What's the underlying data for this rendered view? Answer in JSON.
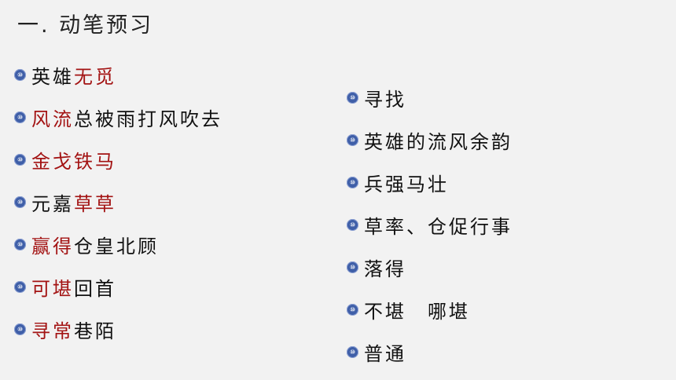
{
  "title": "一. 动笔预习",
  "bullet_glyph": "⑩",
  "colors": {
    "highlight": "#a31313",
    "text": "#111111",
    "bullet": "#3f5fa8"
  },
  "left_items": [
    {
      "pre": "",
      "hl": "",
      "post": "英雄",
      "hl2": "无觅"
    },
    {
      "pre": "",
      "hl": "风流",
      "post": "总被雨打风吹去",
      "hl2": ""
    },
    {
      "pre": "",
      "hl": "金戈铁马",
      "post": "",
      "hl2": ""
    },
    {
      "pre": "",
      "hl": "",
      "post": "元嘉",
      "hl2": "草草"
    },
    {
      "pre": "",
      "hl": "赢得",
      "post": "仓皇北顾",
      "hl2": ""
    },
    {
      "pre": "",
      "hl": "可堪",
      "post": "回首",
      "hl2": ""
    },
    {
      "pre": "",
      "hl": "寻常",
      "post": "巷陌",
      "hl2": ""
    }
  ],
  "right_items": [
    "寻找",
    "英雄的流风余韵",
    "兵强马壮",
    "草率、仓促行事",
    "落得",
    "不堪　哪堪",
    "普通"
  ]
}
